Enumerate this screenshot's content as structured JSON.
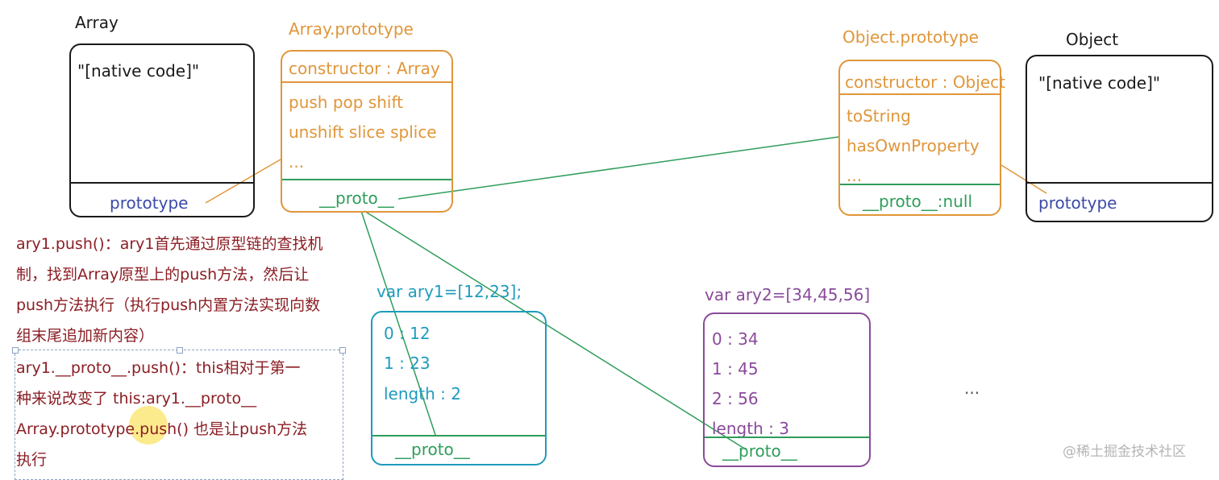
{
  "colors": {
    "black": "#1a1a1a",
    "orange": "#e0963a",
    "green": "#2e9d5a",
    "teal": "#1f9bbd",
    "purple": "#8a4a9a",
    "navy": "#3b4aa8",
    "dark_red": "#8b1e24"
  },
  "array_box": {
    "title": "Array",
    "body": "\"[native code]\"",
    "footer": "prototype"
  },
  "array_prototype": {
    "title": "Array.prototype",
    "header": "constructor : Array",
    "lines": [
      "push pop  shift",
      "unshift slice splice",
      "..."
    ],
    "footer": "__proto__"
  },
  "object_prototype": {
    "title": "Object.prototype",
    "header": "constructor : Object",
    "lines": [
      "toString",
      "hasOwnProperty",
      "..."
    ],
    "footer": "__proto__:null"
  },
  "object_box": {
    "title": "Object",
    "body": "\"[native code]\"",
    "footer": "prototype"
  },
  "ary1": {
    "label": "var ary1=[12,23];",
    "lines": [
      "0 : 12",
      "1 : 23",
      "length : 2"
    ],
    "footer": "__proto__"
  },
  "ary2": {
    "label": "var ary2=[34,45,56]",
    "lines": [
      "0 : 34",
      "1 : 45",
      "2 : 56",
      "length : 3"
    ],
    "footer": "__proto__"
  },
  "ellipsis": "...",
  "explain1": [
    "ary1.push()：ary1首先通过原型链的查找机",
    "制，找到Array原型上的push方法，然后让",
    "push方法执行（执行push内置方法实现向数",
    "组末尾追加新内容）"
  ],
  "explain2": [
    "ary1.__proto__.push()：this相对于第一",
    "种来说改变了 this:ary1.__proto__",
    "Array.prototype.push() 也是让push方法",
    "执行"
  ],
  "watermark": "@稀土掘金技术社区"
}
